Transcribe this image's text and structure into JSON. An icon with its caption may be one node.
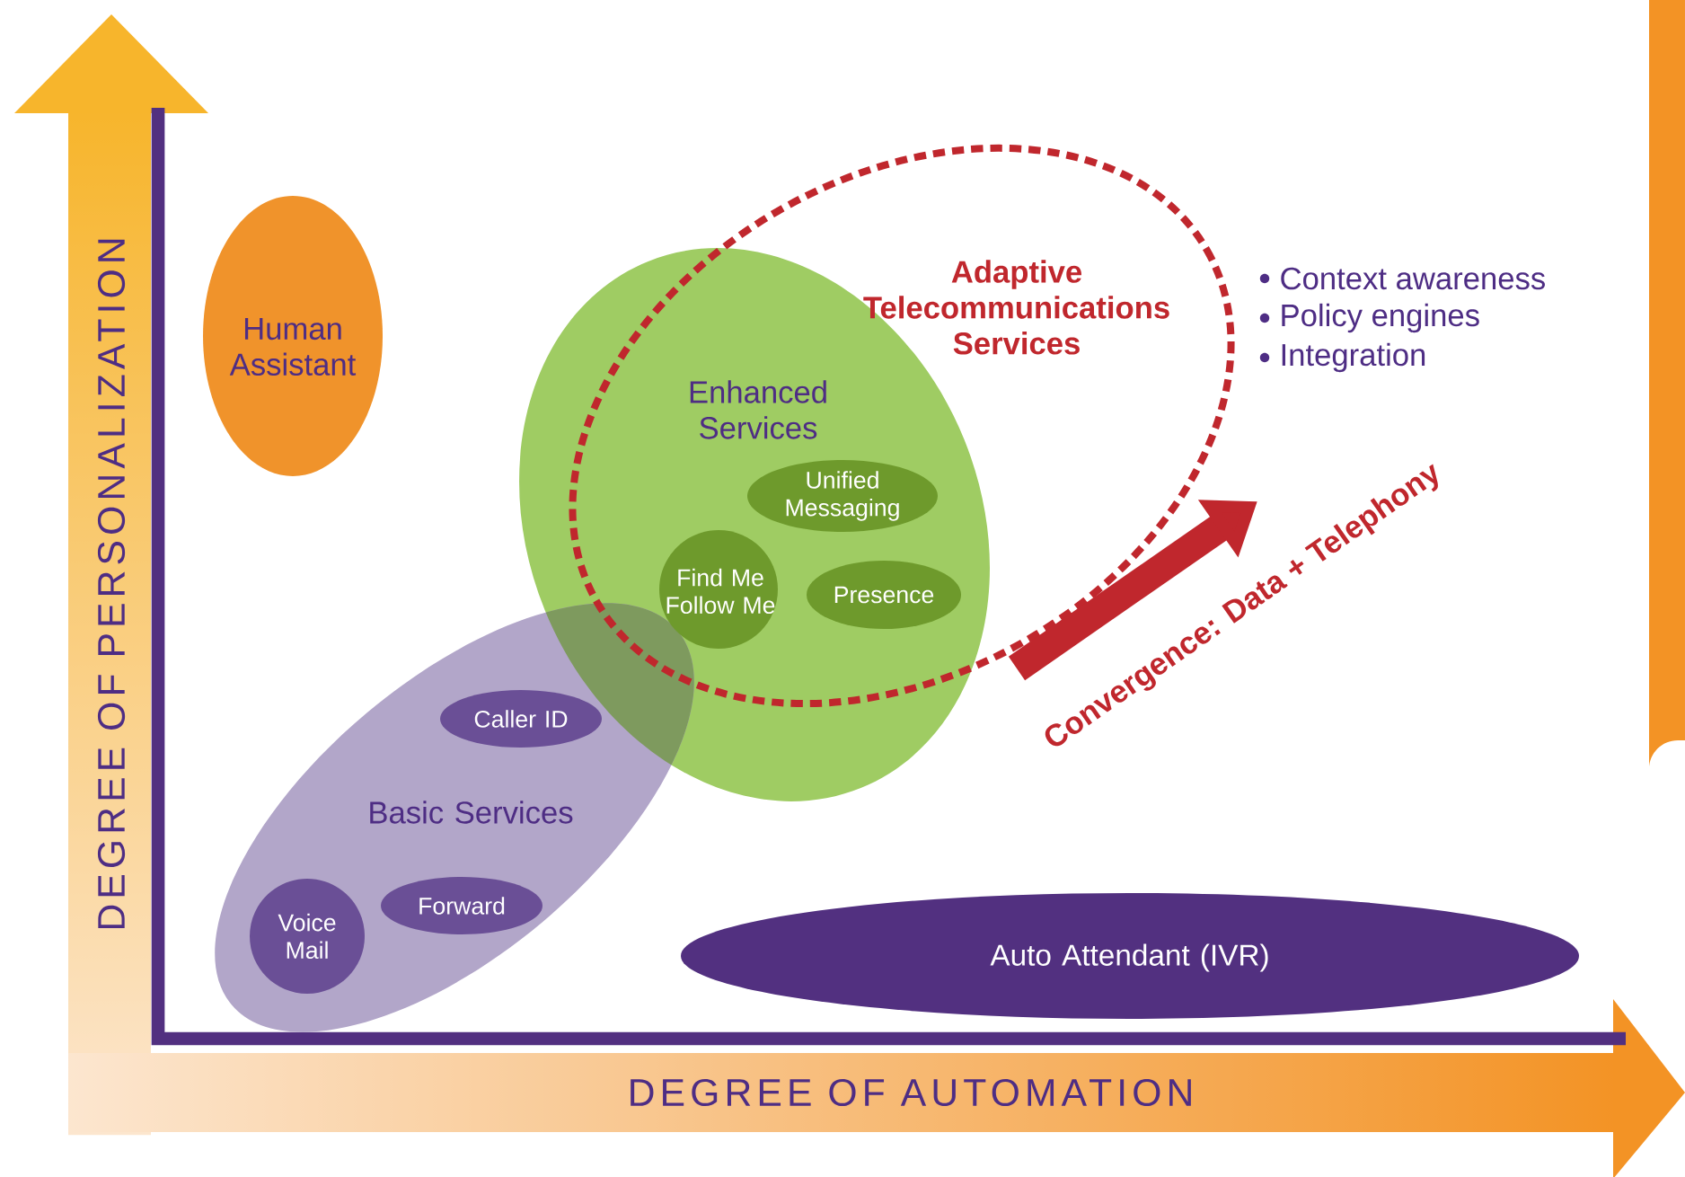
{
  "diagram": {
    "nodes": [
      {
        "text": [
          "Human Assistant"
        ]
      },
      {
        "text": [
          "Basic Services"
        ]
      },
      {
        "text": [
          "Caller ID"
        ],
        "in": 1
      },
      {
        "text": [
          "Forward"
        ],
        "in": 1
      },
      {
        "text": [
          "Voice Mail"
        ],
        "in": 1
      },
      {
        "text": [
          "Enhanced Services"
        ]
      },
      {
        "text": [
          "Unified Messaging"
        ]
      },
      {
        "text": [
          "Find Me Follow Me"
        ]
      },
      {
        "text": [
          "Presence"
        ]
      },
      {
        "text": [
          "Adaptive Telecommunications Services"
        ]
      },
      {
        "text": [
          "Auto Attendant (IVR)"
        ]
      },
      {
        "text": [],
        "shape": "bar"
      }
    ],
    "labels": [
      "DEGREE OF PERSONALIZATION",
      "DEGREE OF AUTOMATION",
      "Convergence: Data + Telephony",
      "Context awareness",
      "Policy engines",
      "Integration"
    ]
  }
}
